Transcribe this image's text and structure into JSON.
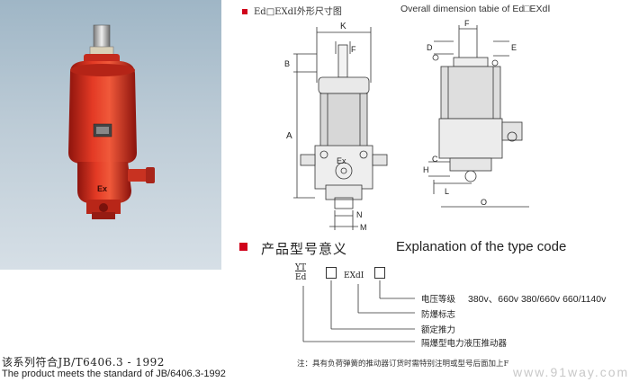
{
  "dimension_section": {
    "title_cn": "Ed□EXdⅠ外形尺寸图",
    "title_en": "Overall dimension tabie of Ed□EXdⅠ",
    "front_view_labels": [
      "K",
      "B",
      "F",
      "A",
      "Ex",
      "N",
      "M"
    ],
    "side_view_labels": [
      "F",
      "D",
      "E",
      "H",
      "C",
      "L",
      "O"
    ]
  },
  "type_code_section": {
    "title_cn": "产品型号意义",
    "title_en": "Explanation of the type code",
    "code_parts": [
      "YT",
      "Ed",
      "EXdⅠ"
    ],
    "explanations": [
      {
        "label_cn": "电压等级",
        "values": "380v、660v 380/660v 660/1140v"
      },
      {
        "label_cn": "防爆标志"
      },
      {
        "label_cn": "额定推力"
      },
      {
        "label_cn": "隔爆型电力液压推动器"
      }
    ],
    "note": "注：具有负荷弹簧的推动器订货时需特别注明或型号后面加上F"
  },
  "standard": {
    "cn": "该系列符合JB/T6406.3 - 1992",
    "en": "The product meets the standard of JB/6406.3-1992"
  },
  "watermark": "www.91way.com",
  "colors": {
    "accent": "#d0021b",
    "device_red": "#d8241b",
    "photo_bg": "#b3c5d2"
  }
}
